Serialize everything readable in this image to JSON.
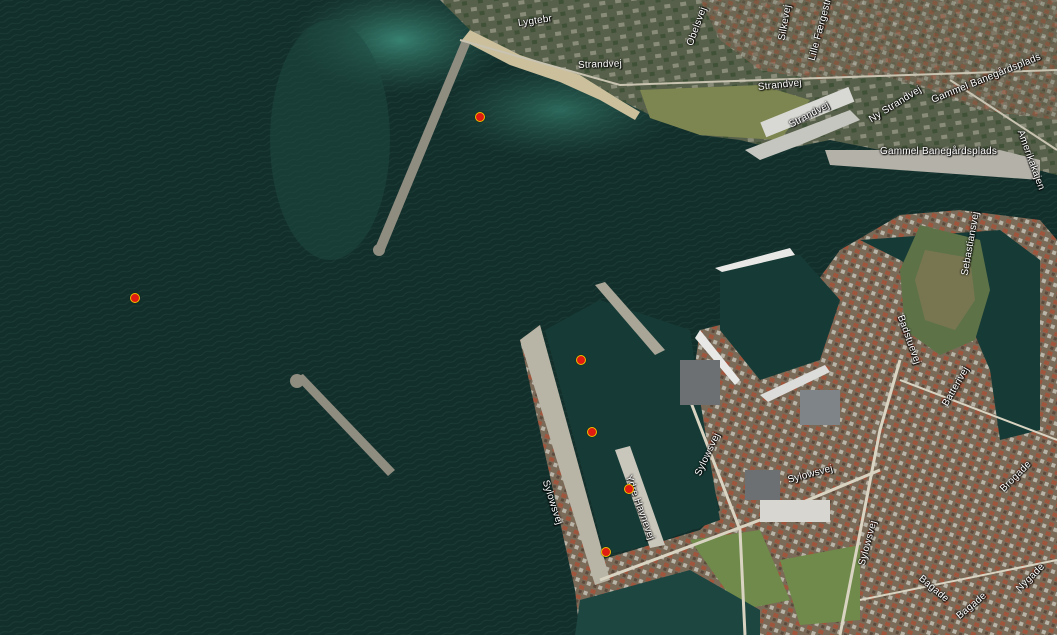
{
  "map": {
    "view": "satellite",
    "colors": {
      "sea": "#16332f",
      "shallow": "#2f6f62",
      "land": "#6b6a55",
      "urban": "#8a6d55",
      "marker_fill": "#e01b12",
      "marker_border": "#f2c300"
    },
    "streets": [
      "Lygtebr",
      "Strandvej",
      "Strandvej",
      "Strandvej",
      "Ny Strandvej",
      "Gammel Banegårdsplads",
      "Gammel Banegårdsplads",
      "Amerikakajen",
      "Batterivej",
      "Sebastiansvej",
      "Badstuevej",
      "Sylowsvej",
      "Sylowsvej",
      "Sylowsvej",
      "Sylowsvej",
      "Ydre Havnevej",
      "Brogade",
      "Bagade",
      "Bagade",
      "Nygade",
      "Obelsvej",
      "Silkevej",
      "Lille Færgestræde"
    ],
    "markers": [
      {
        "id": "marker-1"
      },
      {
        "id": "marker-2"
      },
      {
        "id": "marker-3"
      },
      {
        "id": "marker-4"
      },
      {
        "id": "marker-5"
      },
      {
        "id": "marker-6"
      }
    ]
  }
}
